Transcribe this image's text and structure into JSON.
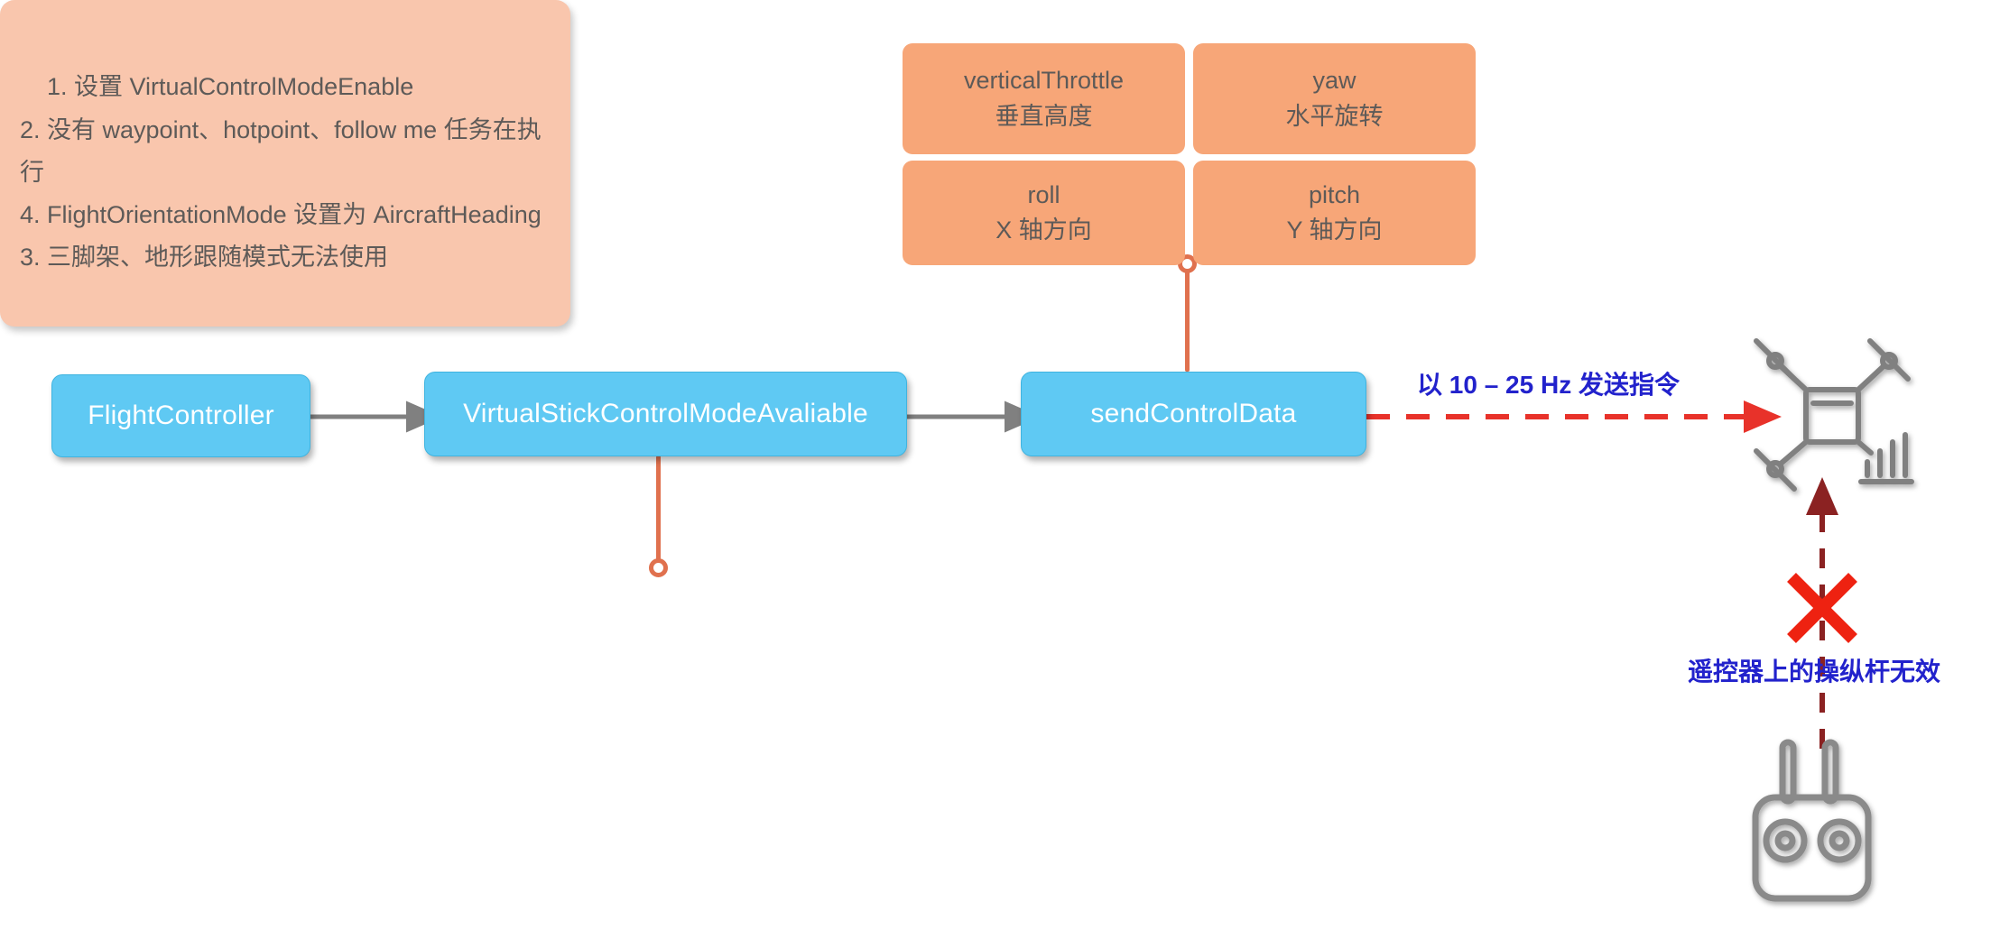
{
  "diagram": {
    "title": "DJI VirtualStick control flow",
    "colors": {
      "node_blue": "#5fc9f3",
      "node_orange": "#f7a678",
      "note_pink": "#f9c6ad",
      "connector_coral": "#e0714e",
      "arrow_gray": "#808080",
      "arrow_red": "#e8322a",
      "arrow_darkred": "#8b2222",
      "label_blue": "#2222cc",
      "icon_gray": "#808080",
      "cross_red": "#ee2211"
    }
  },
  "flow": {
    "nodes": [
      {
        "id": "flight-controller",
        "label": "FlightController"
      },
      {
        "id": "virtual-stick-mode",
        "label": "VirtualStickControlModeAvaliable"
      },
      {
        "id": "send-control-data",
        "label": "sendControlData"
      }
    ]
  },
  "control_params": {
    "items": [
      {
        "id": "vertical-throttle",
        "name": "verticalThrottle",
        "desc": "垂直高度"
      },
      {
        "id": "yaw",
        "name": "yaw",
        "desc": "水平旋转"
      },
      {
        "id": "roll",
        "name": "roll",
        "desc": "X 轴方向"
      },
      {
        "id": "pitch",
        "name": "pitch",
        "desc": "Y 轴方向"
      }
    ]
  },
  "note": {
    "id": "virtual-stick-prerequisites",
    "text": "1. 设置 VirtualControlModeEnable\n2. 没有 waypoint、hotpoint、follow me 任务在执行\n4. FlightOrientationMode 设置为 AircraftHeading\n3. 三脚架、地形跟随模式无法使用"
  },
  "labels": {
    "send_rate": "以 10 – 25 Hz 发送指令",
    "stick_disabled": "遥控器上的操纵杆无效"
  },
  "icons": {
    "aircraft": "drone-icon",
    "remote": "remote-controller-icon",
    "blocked": "red-cross-icon"
  }
}
